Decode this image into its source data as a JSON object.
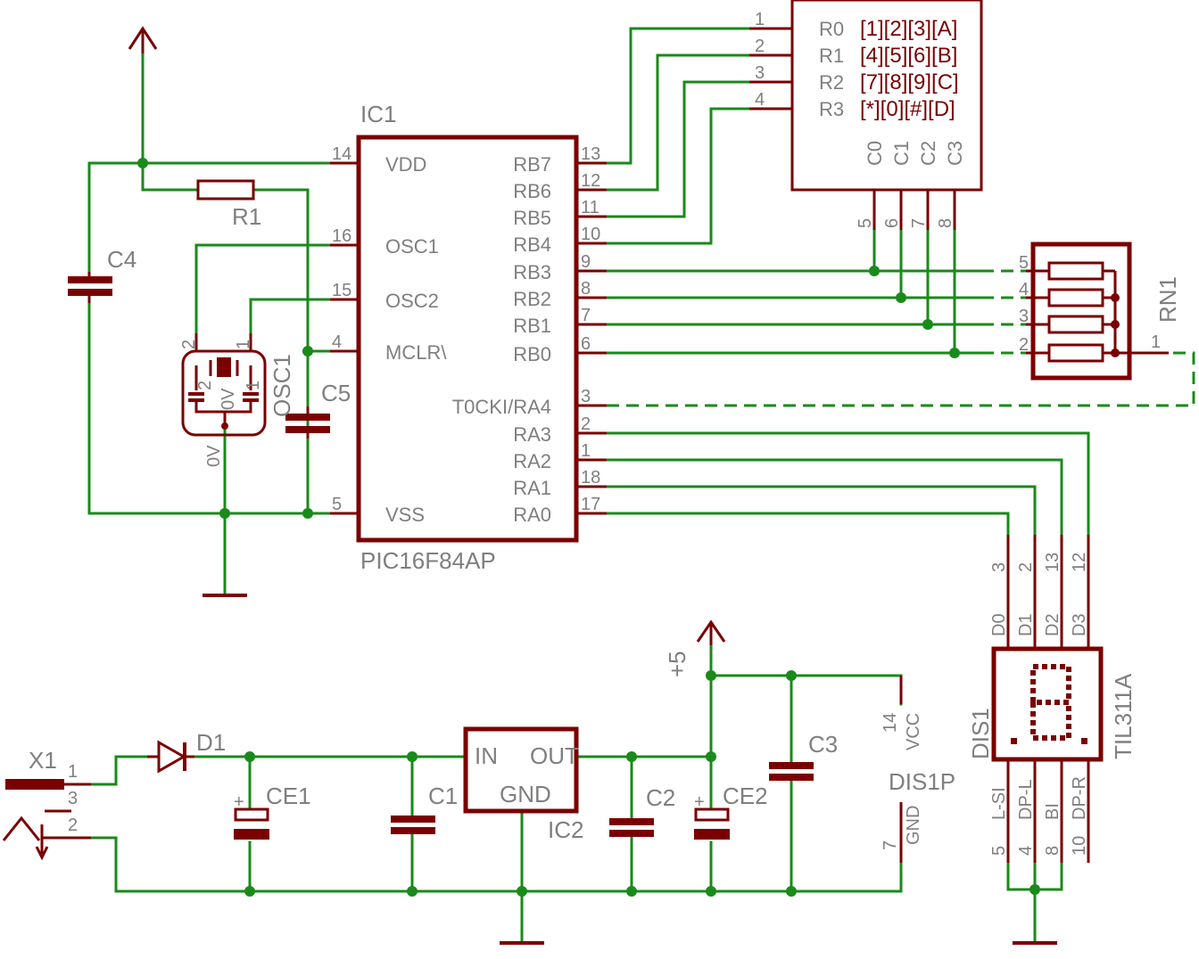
{
  "components": {
    "ic1": {
      "name": "IC1",
      "value": "PIC16F84AP",
      "left_pins": [
        {
          "num": "14",
          "label": "VDD"
        },
        {
          "num": "16",
          "label": "OSC1"
        },
        {
          "num": "15",
          "label": "OSC2"
        },
        {
          "num": "4",
          "label": "MCLR\\"
        },
        {
          "num": "5",
          "label": "VSS"
        }
      ],
      "right_pins": [
        {
          "num": "13",
          "label": "RB7"
        },
        {
          "num": "12",
          "label": "RB6"
        },
        {
          "num": "11",
          "label": "RB5"
        },
        {
          "num": "10",
          "label": "RB4"
        },
        {
          "num": "9",
          "label": "RB3"
        },
        {
          "num": "8",
          "label": "RB2"
        },
        {
          "num": "7",
          "label": "RB1"
        },
        {
          "num": "6",
          "label": "RB0"
        },
        {
          "num": "3",
          "label": "T0CKI/RA4"
        },
        {
          "num": "2",
          "label": "RA3"
        },
        {
          "num": "1",
          "label": "RA2"
        },
        {
          "num": "18",
          "label": "RA1"
        },
        {
          "num": "17",
          "label": "RA0"
        }
      ]
    },
    "keypad": {
      "rows": [
        {
          "num": "1",
          "label": "R0",
          "keys": "[1][2][3][A]"
        },
        {
          "num": "2",
          "label": "R1",
          "keys": "[4][5][6][B]"
        },
        {
          "num": "3",
          "label": "R2",
          "keys": "[7][8][9][C]"
        },
        {
          "num": "4",
          "label": "R3",
          "keys": "[*][0][#][D]"
        }
      ],
      "cols": [
        {
          "num": "5",
          "label": "C0"
        },
        {
          "num": "6",
          "label": "C1"
        },
        {
          "num": "7",
          "label": "C2"
        },
        {
          "num": "8",
          "label": "C3"
        }
      ]
    },
    "rn1": {
      "name": "RN1",
      "pins": [
        "5",
        "4",
        "3",
        "2",
        "1"
      ]
    },
    "r1": {
      "name": "R1"
    },
    "c4": {
      "name": "C4"
    },
    "c5": {
      "name": "C5"
    },
    "osc1": {
      "name": "OSC1",
      "pin2": "2",
      "pin1": "1",
      "inner2": "2",
      "inner1": "1",
      "inner0v": "0V",
      "gnd_label": "0V"
    },
    "dis1": {
      "name": "DIS1",
      "value": "TIL311A",
      "top_pins": [
        {
          "num": "3",
          "label": "D0"
        },
        {
          "num": "2",
          "label": "D1"
        },
        {
          "num": "13",
          "label": "D2"
        },
        {
          "num": "12",
          "label": "D3"
        }
      ],
      "bottom_pins": [
        {
          "num": "5",
          "label": "L-SI"
        },
        {
          "num": "4",
          "label": "DP-L"
        },
        {
          "num": "8",
          "label": "BI"
        },
        {
          "num": "10",
          "label": "DP-R"
        }
      ]
    },
    "dis1p": {
      "name": "DIS1P",
      "vcc_num": "14",
      "vcc_label": "VCC",
      "gnd_num": "7",
      "gnd_label": "GND"
    },
    "x1": {
      "name": "X1",
      "pins": [
        "1",
        "3",
        "2"
      ]
    },
    "d1": {
      "name": "D1"
    },
    "ce1": {
      "name": "CE1",
      "plus": "+"
    },
    "c1": {
      "name": "C1"
    },
    "ic2": {
      "name": "IC2",
      "in_label": "IN",
      "out_label": "OUT",
      "gnd_label": "GND"
    },
    "c2": {
      "name": "C2"
    },
    "ce2": {
      "name": "CE2",
      "plus": "+"
    },
    "c3": {
      "name": "C3"
    },
    "supply": {
      "label": "+5"
    }
  },
  "colors": {
    "wire": "#1a8a1a",
    "part": "#7a0000",
    "label": "#7f7f7f"
  }
}
